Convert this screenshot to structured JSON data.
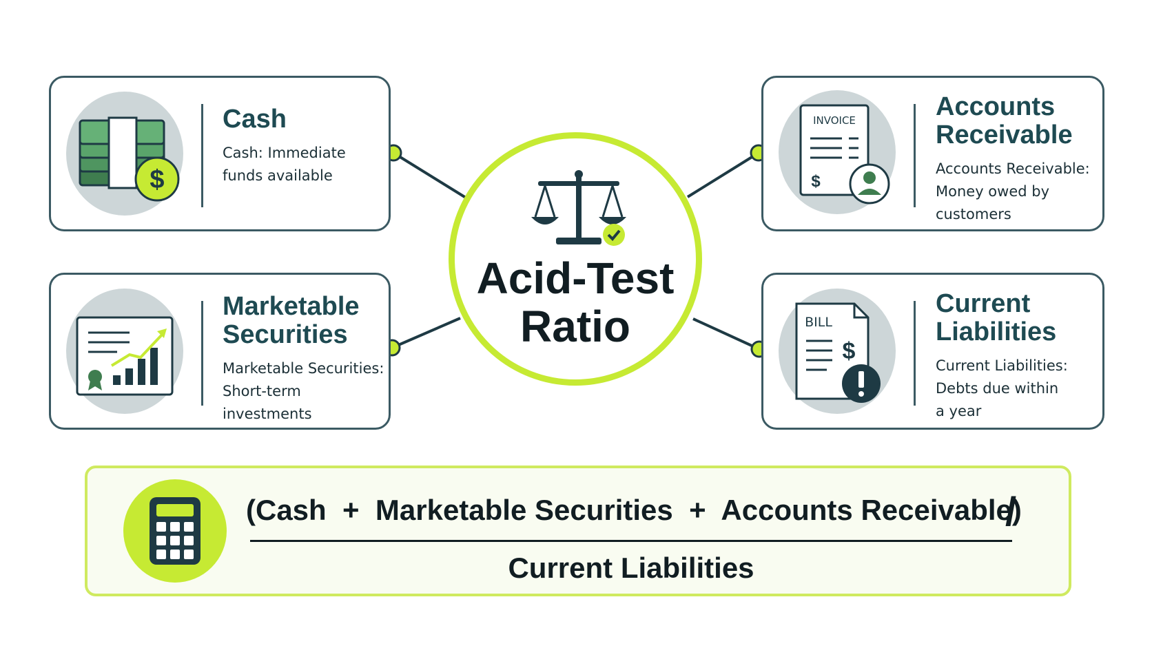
{
  "center": {
    "title": "Acid-Test\nRatio"
  },
  "cards": {
    "cash": {
      "title": "Cash",
      "description": "Cash: Immediate\nfunds available"
    },
    "accounts_receivable": {
      "title": "Accounts\nReceivable",
      "description": "Accounts Receivable:\nMoney owed by\ncustomers",
      "icon_label": "INVOICE"
    },
    "marketable_securities": {
      "title": "Marketable\nSecurities",
      "description": "Marketable Securities:\nShort-term investments"
    },
    "current_liabilities": {
      "title": "Current\nLiabilities",
      "description": "Current Liabilities:\nDebts due within\na year",
      "icon_label": "BILL"
    }
  },
  "formula": {
    "numerator": "(Cash  +  Marketable Securities  +  Accounts Receivable)",
    "operator": "/",
    "denominator": "Current Liabilities"
  },
  "icons": {
    "cash": "money-stack-icon",
    "accounts_receivable": "invoice-icon",
    "marketable_securities": "growth-chart-icon",
    "current_liabilities": "bill-alert-icon",
    "center": "balance-scale-icon",
    "formula": "calculator-icon"
  },
  "colors": {
    "accent": "#c6ea33",
    "border": "#3b5a63",
    "heading": "#1e4a52",
    "icon_bg": "#cdd6d8",
    "money_green": "#3f7d4f"
  }
}
